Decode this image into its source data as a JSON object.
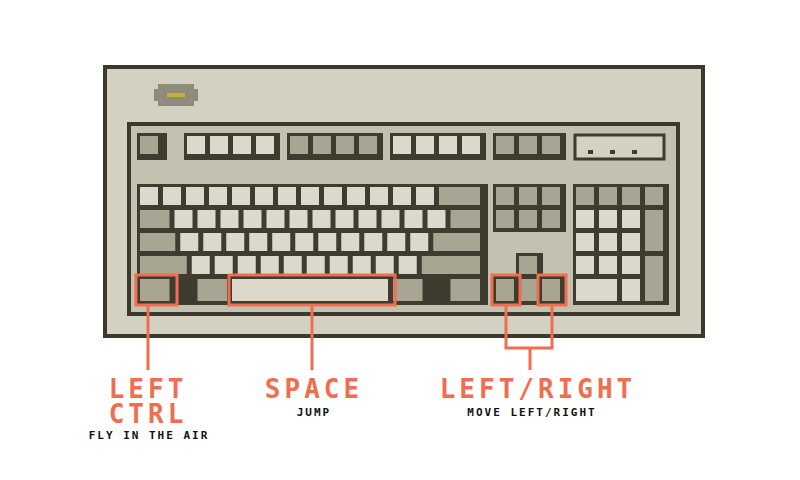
{
  "diagram": {
    "labels": [
      "LEFT CTRL",
      "FLY IN THE AIR",
      "SPACE",
      "JUMP",
      "LEFT/RIGHT",
      "MOVE LEFT/RIGHT"
    ]
  }
}
